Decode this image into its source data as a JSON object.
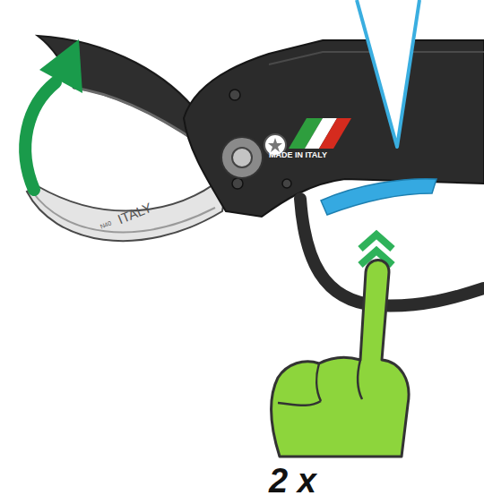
{
  "diagram": {
    "labels": [
      "MADE IN ITALY",
      "N40",
      "ITALY",
      "2 x"
    ]
  }
}
